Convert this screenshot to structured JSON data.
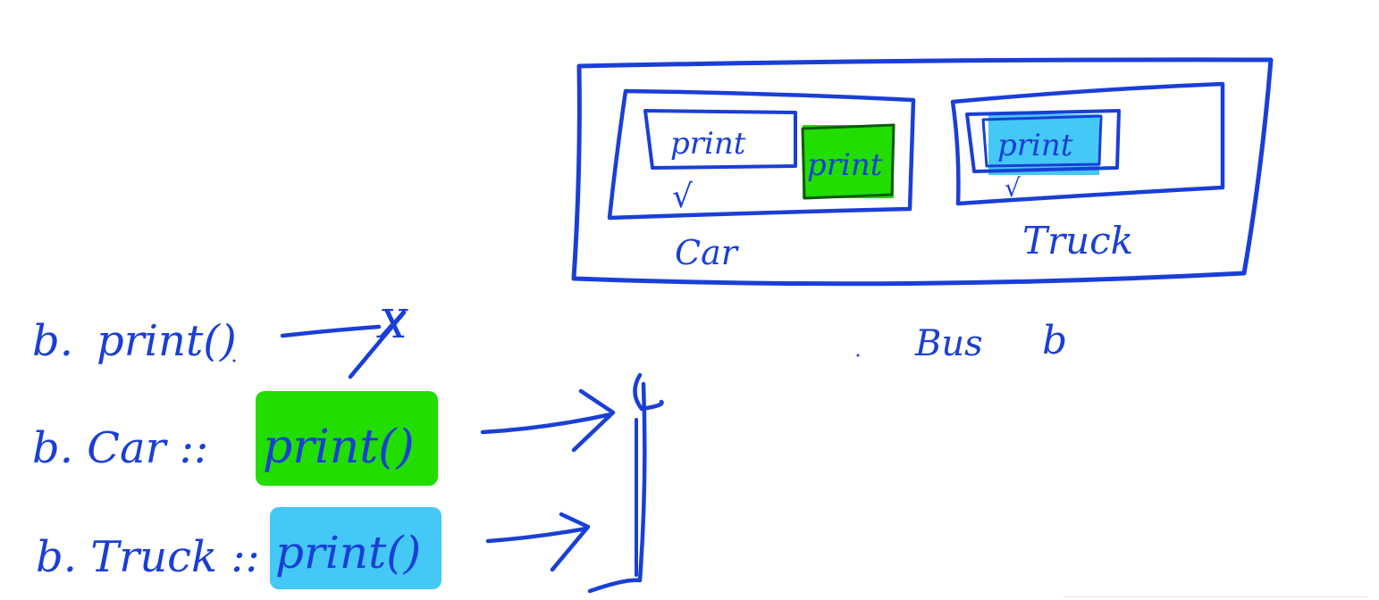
{
  "colors": {
    "ink": "#1a3fd6",
    "green_highlight": "#22dd00",
    "blue_highlight": "#44c8f5",
    "dark_green": "#0b5a0b",
    "background": "#ffffff"
  },
  "diagram": {
    "outer_object_label": "Bus",
    "outer_object_var": "b",
    "sub_objects": [
      {
        "label": "Car",
        "members": [
          "print",
          "print"
        ],
        "tick": "√"
      },
      {
        "label": "Truck",
        "members": [
          "print"
        ],
        "tick": "√"
      }
    ],
    "calls": [
      {
        "prefix": "b. ",
        "method": "print()",
        "result_mark": "X"
      },
      {
        "prefix": "b. Car :: ",
        "method": "print()"
      },
      {
        "prefix": "b. Truck :: ",
        "method": "print()"
      }
    ]
  }
}
